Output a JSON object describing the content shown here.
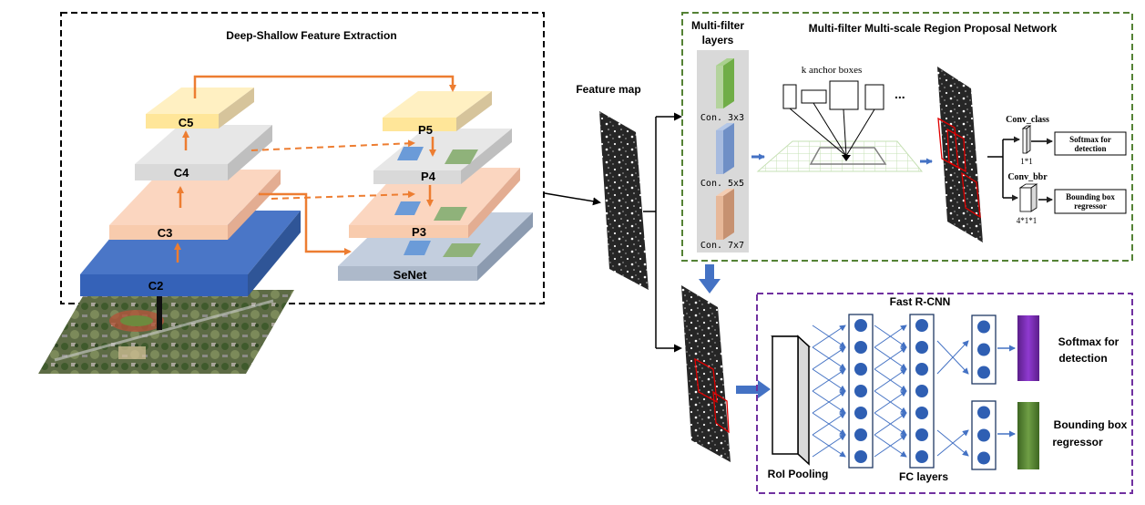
{
  "colors": {
    "orange_arrow": "#ed7d31",
    "blue_arrow": "#4472c4",
    "green_dash": "#548235",
    "purple_dash": "#7030a0",
    "c2": "#4472c4",
    "c3": "#f8cbad",
    "c4": "#d9d9d9",
    "c5": "#ffe699",
    "senet": "#adb9ca",
    "softmax_bar": "#7030a0",
    "bbox_bar": "#548235"
  },
  "left_panel": {
    "title": "Deep-Shallow Feature Extraction",
    "layers": {
      "c2": "C2",
      "c3": "C3",
      "c4": "C4",
      "c5": "C5"
    },
    "pyramid": {
      "p5": "P5",
      "p4": "P4",
      "p3": "P3",
      "senet": "SeNet"
    }
  },
  "feature_map": {
    "label": "Feature map"
  },
  "rpn": {
    "title": "Multi-filter Multi-scale Region Proposal Network",
    "filters_title_1": "Multi-filter",
    "filters_title_2": "layers",
    "filters": [
      "Con. 3x3",
      "Con. 5x5",
      "Con. 7x7"
    ],
    "anchor_label": "k anchor boxes",
    "ellipsis": "...",
    "conv_class": "Conv_class",
    "conv_class_size": "1*1",
    "conv_bbr": "Conv_bbr",
    "conv_bbr_size": "4*1*1",
    "softmax_1": "Softmax for",
    "softmax_2": "detection",
    "bbox_1": "Bounding box",
    "bbox_2": "regressor"
  },
  "fast_rcnn": {
    "title": "Fast R-CNN",
    "roi_label": "RoI Pooling",
    "fc_label": "FC layers",
    "softmax_1": "Softmax for",
    "softmax_2": "detection",
    "bbox_1": "Bounding box",
    "bbox_2": "regressor"
  }
}
